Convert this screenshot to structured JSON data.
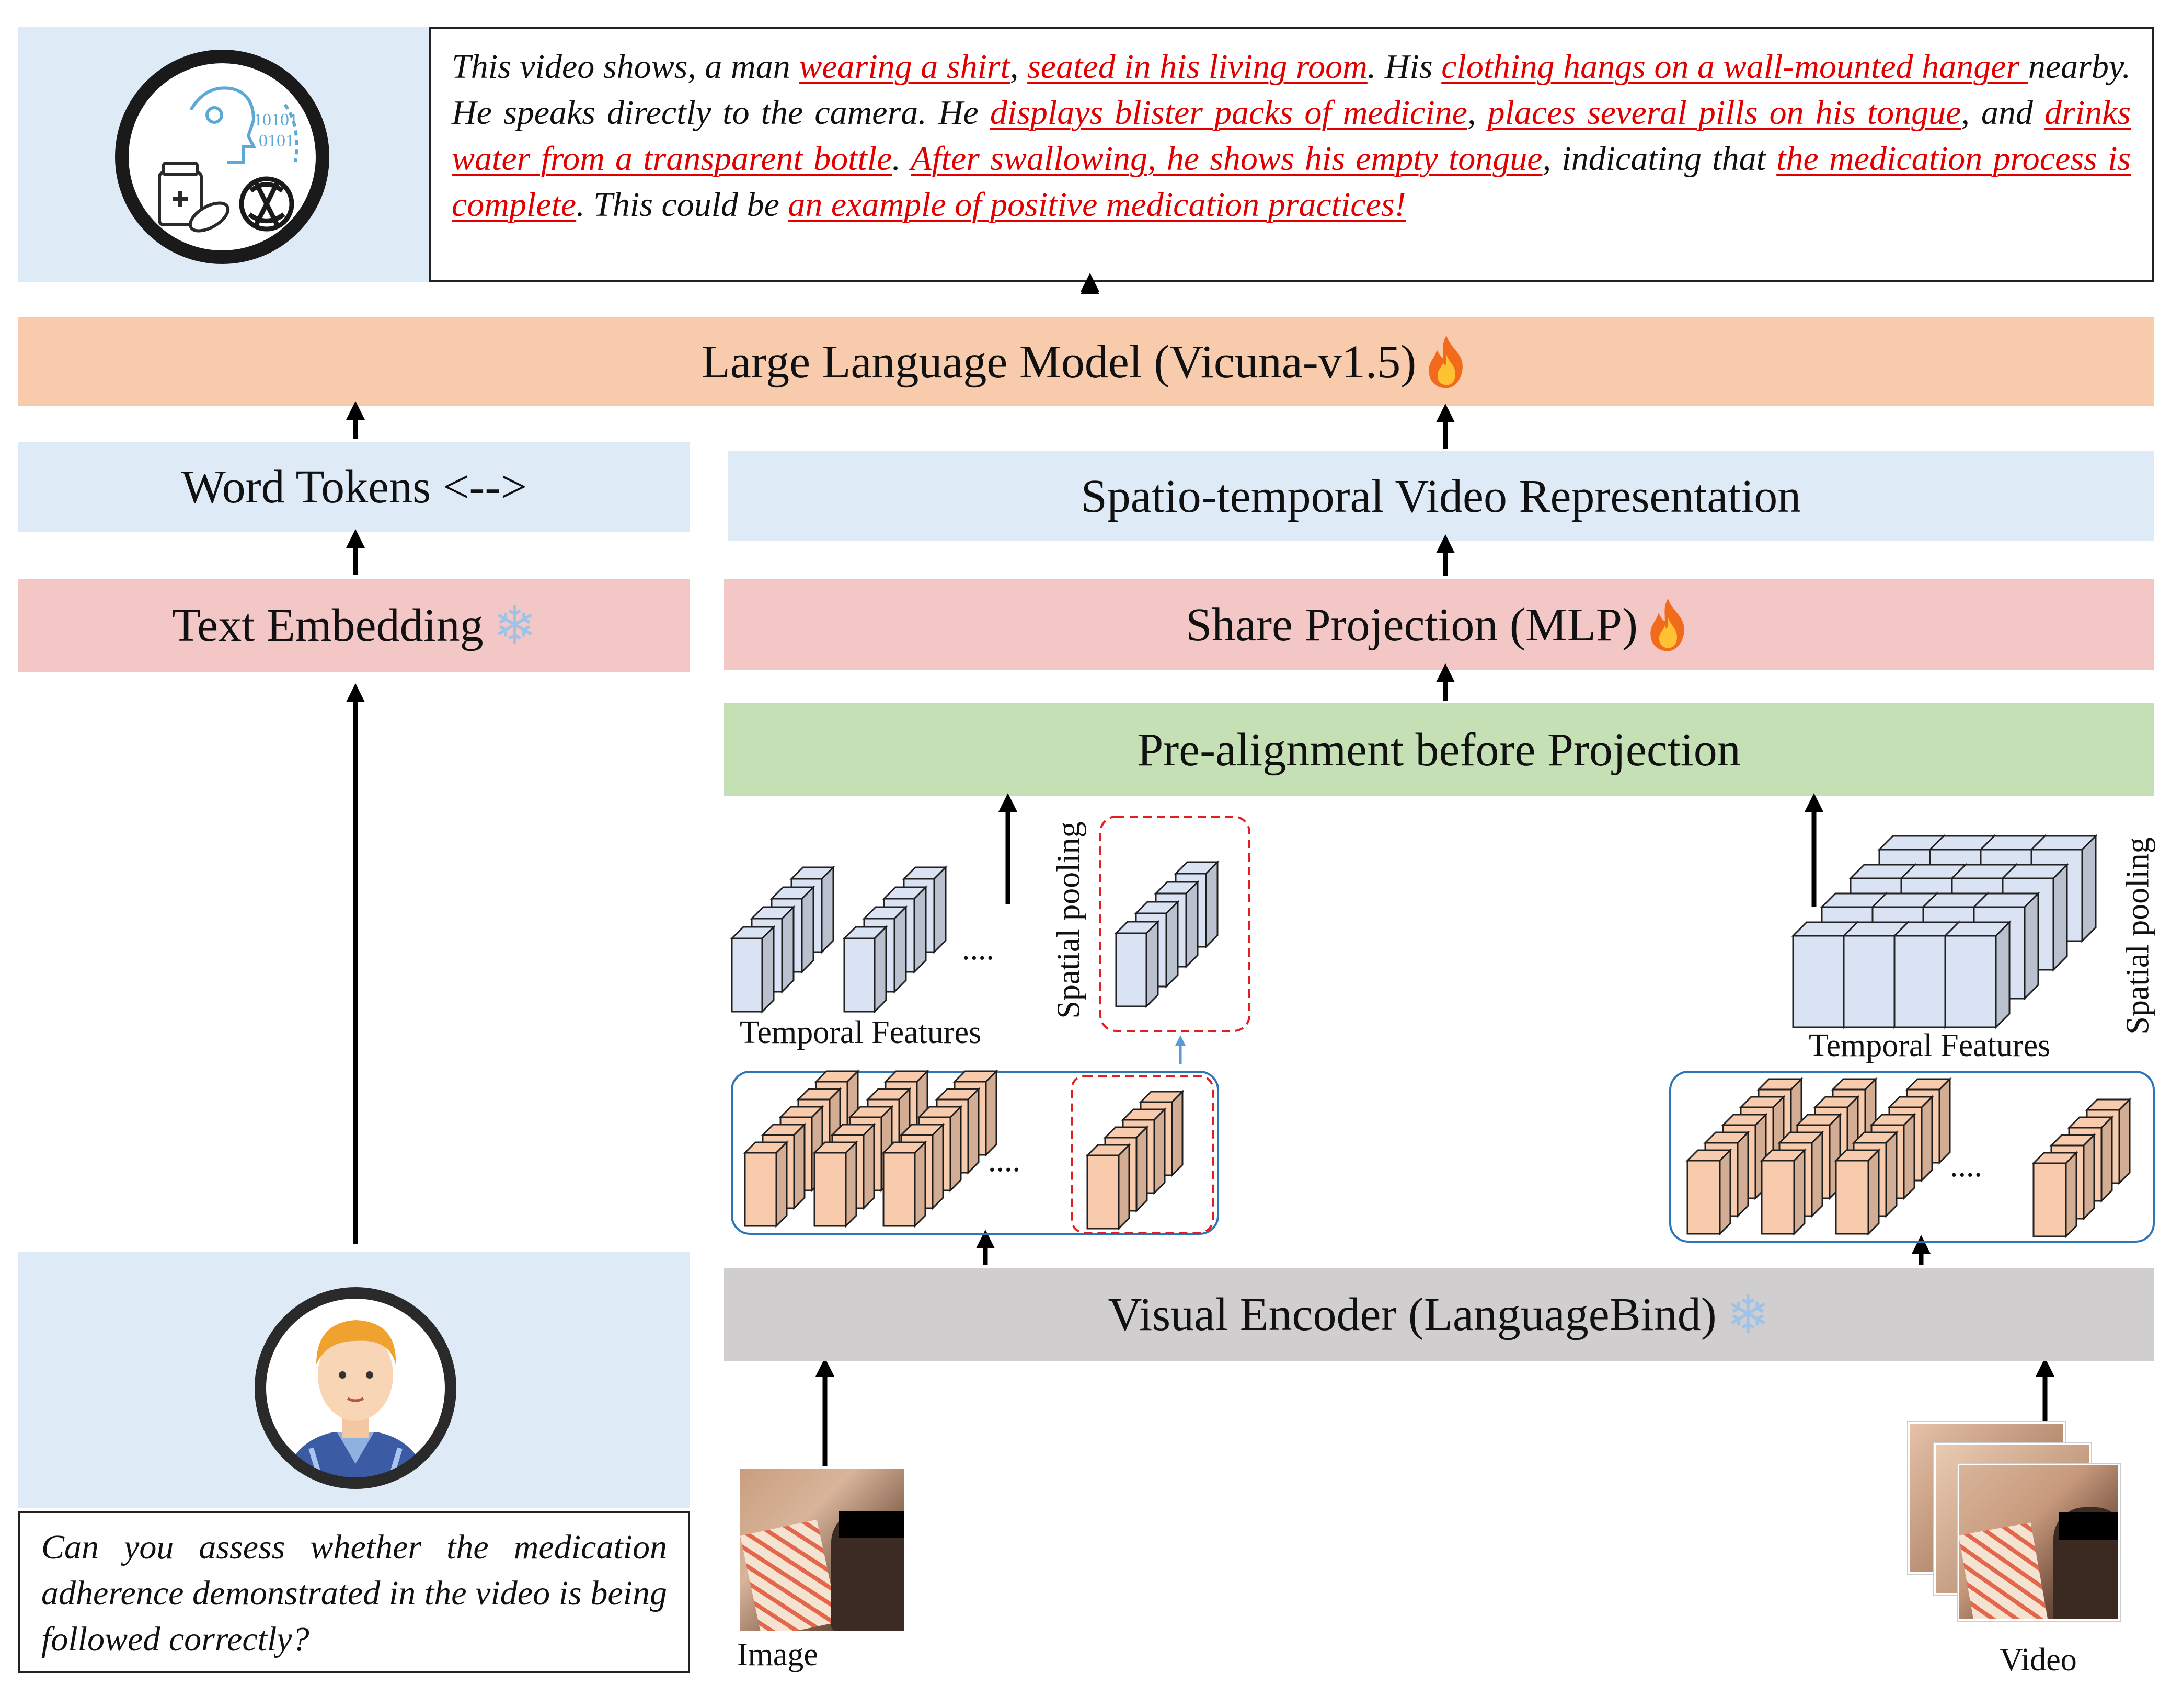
{
  "response": {
    "segments": [
      {
        "t": "This video shows, a man ",
        "h": false
      },
      {
        "t": "wearing a shirt",
        "h": true
      },
      {
        "t": ", ",
        "h": false
      },
      {
        "t": "seated in his living room",
        "h": true
      },
      {
        "t": ". His ",
        "h": false
      },
      {
        "t": "clothing hangs on a wall-mounted hanger ",
        "h": true
      },
      {
        "t": "nearby. He speaks directly to the camera. He ",
        "h": false
      },
      {
        "t": "displays blister packs of medicine",
        "h": true
      },
      {
        "t": ", ",
        "h": false
      },
      {
        "t": "places several pills on his tongue",
        "h": true
      },
      {
        "t": ", and ",
        "h": false
      },
      {
        "t": "drinks water from a transparent bottle",
        "h": true
      },
      {
        "t": ". ",
        "h": false
      },
      {
        "t": "After swallowing, he shows his empty tongue",
        "h": true
      },
      {
        "t": ", indicating that ",
        "h": false
      },
      {
        "t": "the medication process is complete",
        "h": true
      },
      {
        "t": ". This could be ",
        "h": false
      },
      {
        "t": "an example of positive medication practices!",
        "h": true
      }
    ]
  },
  "llm": {
    "label": "Large Language Model (Vicuna-v1.5)",
    "frozen": false
  },
  "word_tokens": {
    "label": "Word Tokens <-->"
  },
  "text_embedding": {
    "label": "Text Embedding",
    "frozen": true
  },
  "video_rep": {
    "label": "Spatio-temporal Video Representation"
  },
  "share_proj": {
    "label": "Share Projection (MLP)",
    "frozen": false
  },
  "prealign": {
    "label": "Pre-alignment before Projection"
  },
  "visual_encoder": {
    "label": "Visual Encoder (LanguageBind)",
    "frozen": true
  },
  "features": {
    "left_temporal": "Temporal Features",
    "left_spatial": "Spatial pooling",
    "right_temporal": "Temporal Features",
    "right_spatial": "Spatial pooling",
    "ellipsis": "...."
  },
  "question": {
    "text": "Can you assess whether the medication adherence demonstrated in the video is being followed correctly?"
  },
  "inputs": {
    "image_label": "Image",
    "video_label": "Video"
  },
  "icons": {
    "assistant": "ai-medicine-assistant-icon",
    "user": "user-avatar-icon",
    "fire": "fire-icon",
    "snowflake": "snowflake-icon"
  },
  "colors": {
    "llm_bg": "#f8cbad",
    "light_blue_bg": "#deeaf6",
    "embed_bg": "#f4c7c7",
    "prealign_bg": "#c5e0b4",
    "encoder_bg": "#d0cece",
    "cube_blue": "#dae3f3",
    "cube_orange": "#f8cbad",
    "highlight_red": "#e00000"
  }
}
